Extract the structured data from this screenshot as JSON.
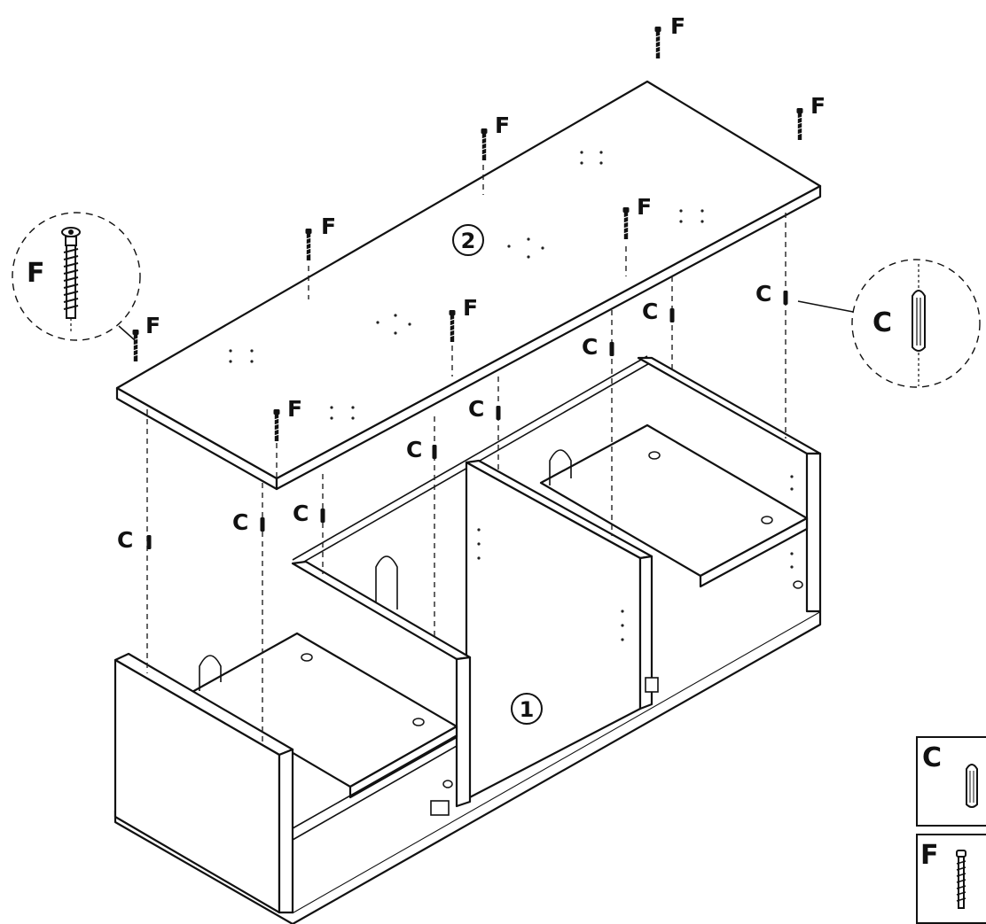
{
  "parts": {
    "bottom_unit_number": "1",
    "top_panel_number": "2"
  },
  "hardware": {
    "dowel_letter": "C",
    "screw_letter": "F"
  },
  "legend": {
    "items": [
      {
        "letter": "C",
        "icon": "dowel-icon"
      },
      {
        "letter": "F",
        "icon": "screw-icon"
      }
    ]
  },
  "colors": {
    "line": "#111111",
    "background": "#ffffff"
  }
}
